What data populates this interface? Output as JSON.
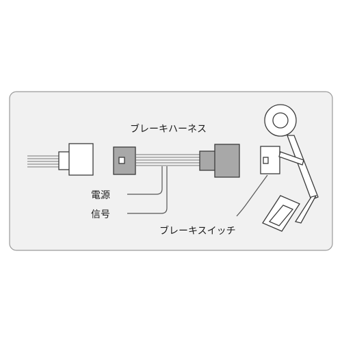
{
  "labels": {
    "harness": "ブレーキハーネス",
    "power": "電源",
    "signal": "信号",
    "switch": "ブレーキスイッチ"
  },
  "colors": {
    "panel_bg": "#f1f1f1",
    "panel_border": "#9a9a9a",
    "connector_fill": "#ffffff",
    "connector_dark": "#a8a8a8",
    "line": "#3a3a3a"
  }
}
